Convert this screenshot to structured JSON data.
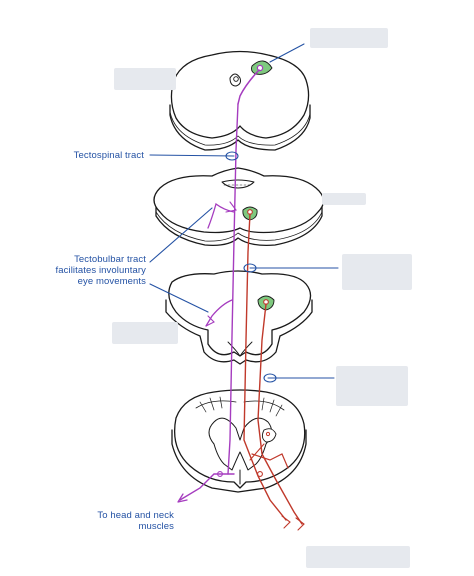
{
  "labels": {
    "tectospinal": "Tectospinal tract",
    "tectobulbar_line1": "Tectobulbar tract",
    "tectobulbar_line2": "facilitates involuntary",
    "tectobulbar_line3": "eye movements",
    "head_neck_line1": "To head and neck",
    "head_neck_line2": "muscles"
  },
  "colors": {
    "outline": "#1a1a1a",
    "label": "#2452a4",
    "leader": "#2452a4",
    "tract_purple": "#a53cbf",
    "tract_red": "#c0392b",
    "nucleus_green": "#7fc97f",
    "redaction": "#e6e9ee"
  }
}
